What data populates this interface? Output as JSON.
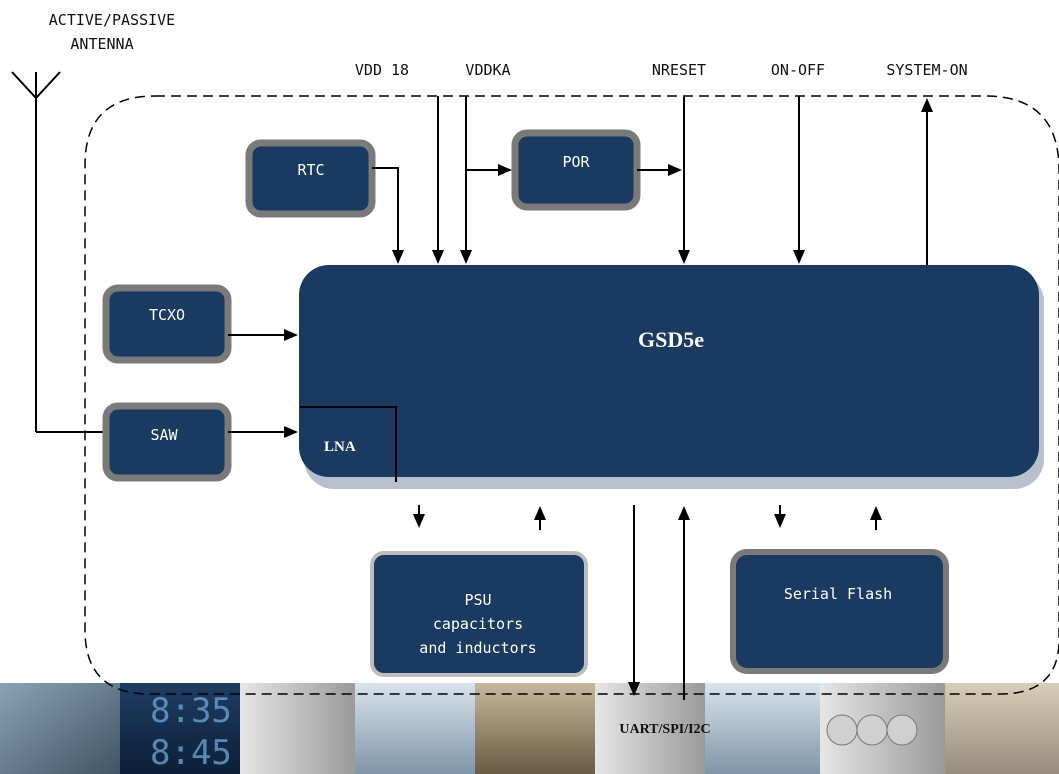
{
  "antenna": {
    "line1": "ACTIVE/PASSIVE",
    "line2": "ANTENNA"
  },
  "signals": {
    "vdd18": "VDD 18",
    "vddka": "VDDKA",
    "nreset": "NRESET",
    "onoff": "ON-OFF",
    "systemon": "SYSTEM-ON"
  },
  "blocks": {
    "rtc": "RTC",
    "por": "POR",
    "tcxo": "TCXO",
    "saw": "SAW",
    "main": "GSD5e",
    "lna": "LNA",
    "psu": [
      "PSU",
      "capacitors",
      "and inductors"
    ],
    "flash": "Serial Flash"
  },
  "interface": "UART/SPI/I2C",
  "colors": {
    "block_fill": "#1a3a61",
    "block_border": "#7a7a7a",
    "main_fill": "#1a3a61"
  }
}
